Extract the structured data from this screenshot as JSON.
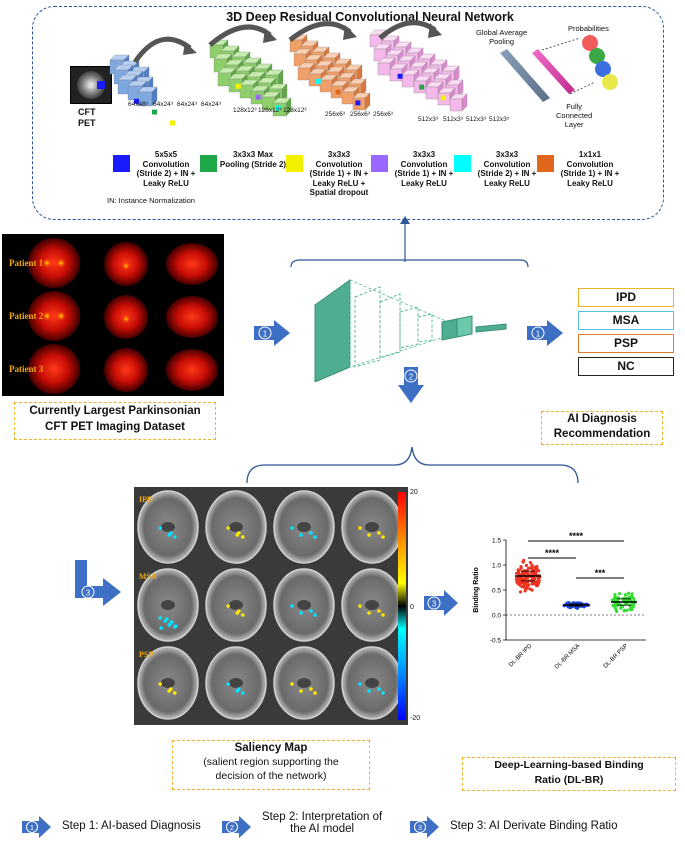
{
  "network": {
    "title": "3D Deep Residual Convolutional Neural Network",
    "input_label_line1": "CFT",
    "input_label_line2": "PET",
    "dims": [
      "64x48³",
      "64x24³",
      "64x24³",
      "64x24³",
      "128x12³",
      "128x12³",
      "128x12³",
      "256x6³",
      "256x6³",
      "256x6³",
      "512x3³",
      "512x3³",
      "512x3³",
      "512x3³"
    ],
    "gap_label_line1": "Global Average",
    "gap_label_line2": "Pooling",
    "fc_label_line1": "Fully",
    "fc_label_line2": "Connected",
    "fc_label_line3": "Layer",
    "prob_label": "Probabilities",
    "in_note": "IN: Instance Normalization",
    "legend": [
      {
        "color": "#1a1aff",
        "line1": "5x5x5",
        "line2": "Convolution",
        "line3": "(Stride 2) + IN +",
        "line4": "Leaky ReLU"
      },
      {
        "color": "#1fa84a",
        "line1": "3x3x3 Max",
        "line2": "Pooling (Stride 2)",
        "line3": "",
        "line4": ""
      },
      {
        "color": "#f3f000",
        "line1": "3x3x3",
        "line2": "Convolution",
        "line3": "(Stride 1) + IN +",
        "line4": "Leaky ReLU +",
        "line5": "Spatial dropout"
      },
      {
        "color": "#9966ff",
        "line1": "3x3x3",
        "line2": "Convolution",
        "line3": "(Stride 1) + IN +",
        "line4": "Leaky ReLU"
      },
      {
        "color": "#00ffff",
        "line1": "3x3x3",
        "line2": "Convolution",
        "line3": "(Stride 2) + IN +",
        "line4": "Leaky ReLU"
      },
      {
        "color": "#e0661b",
        "line1": "1x1x1",
        "line2": "Convolution",
        "line3": "(Stride 1) + IN +",
        "line4": "Leaky ReLU"
      }
    ]
  },
  "patients": [
    "Patient 1",
    "Patient 2",
    "Patient 3"
  ],
  "dataset_caption_line1": "Currently Largest Parkinsonian",
  "dataset_caption_line2": "CFT PET  Imaging Dataset",
  "classes": [
    {
      "label": "IPD",
      "color": "#f0b429"
    },
    {
      "label": "MSA",
      "color": "#5bc0de"
    },
    {
      "label": "PSP",
      "color": "#e07a2b"
    },
    {
      "label": "NC",
      "color": "#222222"
    }
  ],
  "ai_caption_line1": "AI Diagnosis",
  "ai_caption_line2": "Recommendation",
  "saliency": {
    "rows": [
      "IPD",
      "MSA",
      "PSP"
    ],
    "colorbar_ticks": [
      "20",
      "0",
      "-20"
    ],
    "caption_title": "Saliency Map",
    "caption_line1": "(salient region supporting the",
    "caption_line2": "decision of the network)"
  },
  "chart_data": {
    "type": "scatter",
    "ylabel": "Binding Ratio",
    "ylim": [
      -0.5,
      1.5
    ],
    "yticks": [
      "1.5",
      "1.0",
      "0.5",
      "0.0",
      "-0.5"
    ],
    "categories": [
      "DL-BR IPD",
      "DL-BR MSA",
      "DL-BR PSP"
    ],
    "means": [
      0.78,
      0.2,
      0.26
    ],
    "spread": [
      0.28,
      0.06,
      0.18
    ],
    "colors": [
      "#ee3322",
      "#2244dd",
      "#33dd33"
    ],
    "n_points": [
      130,
      60,
      70
    ],
    "significance": [
      {
        "from": 0,
        "to": 2,
        "label": "****"
      },
      {
        "from": 0,
        "to": 1,
        "label": "****"
      },
      {
        "from": 1,
        "to": 2,
        "label": "***"
      }
    ],
    "caption_line1": "Deep-Learning-based Binding",
    "caption_line2": "Ratio (DL-BR)"
  },
  "steps": [
    {
      "num": "1",
      "line1": "Step 1: AI-based Diagnosis",
      "line2": ""
    },
    {
      "num": "2",
      "line1": "Step 2: Interpretation of",
      "line2": "the AI model"
    },
    {
      "num": "3",
      "line1": "Step 3: AI Derivate Binding Ratio",
      "line2": ""
    }
  ],
  "arrow_nums": {
    "a1": "1",
    "a2": "1",
    "a3": "2",
    "a4": "3",
    "a5": "3"
  }
}
